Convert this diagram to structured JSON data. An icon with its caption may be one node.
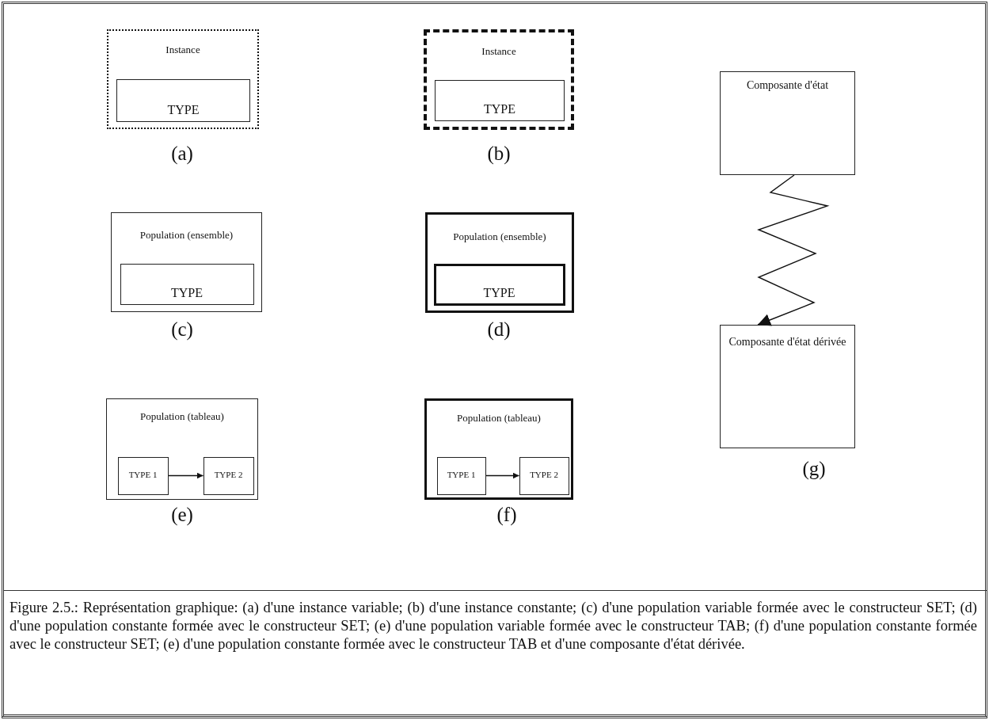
{
  "diagram": {
    "caption": "Figure 2.5.: Représentation graphique: (a) d'une instance variable; (b) d'une instance constante; (c) d'une population variable formée avec le constructeur SET; (d) d'une population constante formée avec le constructeur SET; (e) d'une population variable formée avec le constructeur TAB; (f) d'une population constante formée avec le constructeur SET; (e) d'une population constante formée avec le constructeur TAB et d'une composante d'état dérivée.",
    "nodes": [
      {
        "text": [
          "Instance"
        ],
        "beside": [
          "(a)"
        ]
      },
      {
        "text": [
          "TYPE"
        ],
        "in": 0
      },
      {
        "text": [
          "Instance"
        ],
        "beside": [
          "(b)"
        ]
      },
      {
        "text": [
          "TYPE"
        ],
        "in": 2
      },
      {
        "text": [
          "Population (ensemble)"
        ],
        "beside": [
          "(c)"
        ]
      },
      {
        "text": [
          "TYPE"
        ],
        "in": 4
      },
      {
        "text": [
          "Population (ensemble)"
        ],
        "beside": [
          "(d)"
        ]
      },
      {
        "text": [
          "TYPE"
        ],
        "in": 6
      },
      {
        "text": [
          "Population (tableau)"
        ],
        "beside": [
          "(e)"
        ]
      },
      {
        "text": [
          "TYPE 1"
        ],
        "in": 8
      },
      {
        "text": [
          "TYPE 2"
        ],
        "in": 8
      },
      {
        "text": [
          "Population (tableau)"
        ],
        "beside": [
          "(f)"
        ]
      },
      {
        "text": [
          "TYPE 1"
        ],
        "in": 11
      },
      {
        "text": [
          "TYPE 2"
        ],
        "in": 11
      },
      {
        "text": [
          "Composante d'état"
        ]
      },
      {
        "text": [
          "Composante d'état dérivée"
        ],
        "beside": [
          "(g)"
        ]
      }
    ],
    "edges": [
      {
        "from": 9,
        "to": 10,
        "arrow": "to"
      },
      {
        "from": 12,
        "to": 13,
        "arrow": "to"
      },
      {
        "from": 14,
        "to": 15,
        "arrow": "to"
      }
    ]
  }
}
